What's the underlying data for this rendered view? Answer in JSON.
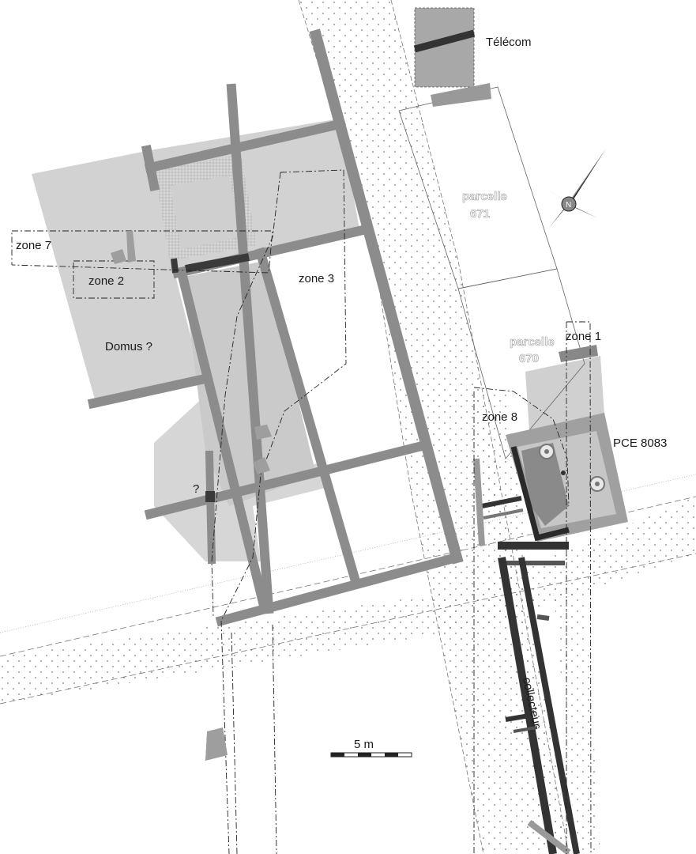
{
  "labels": {
    "telecom": "Télécom",
    "zone_7": "zone 7",
    "zone_2": "zone 2",
    "zone_3": "zone 3",
    "zone_1": "zone 1",
    "zone_8": "zone 8",
    "domus": "Domus ?",
    "question": "?",
    "parcelle_671_line1": "parcelle",
    "parcelle_671_line2": "671",
    "parcelle_670_line1": "parcelle",
    "parcelle_670_line2": "670",
    "pce": "PCE 8083",
    "collecteur": "collecteur",
    "scale": "5 m"
  },
  "colors": {
    "wall": "#8c8c8c",
    "wall_dark": "#3a3a3a",
    "area_light": "#d2d2d2",
    "area_mid": "#bdbdbd",
    "road_dots": "#9a9a9a",
    "outline": "#555555"
  },
  "icons": {
    "north_arrow": "compass-rose-icon"
  }
}
